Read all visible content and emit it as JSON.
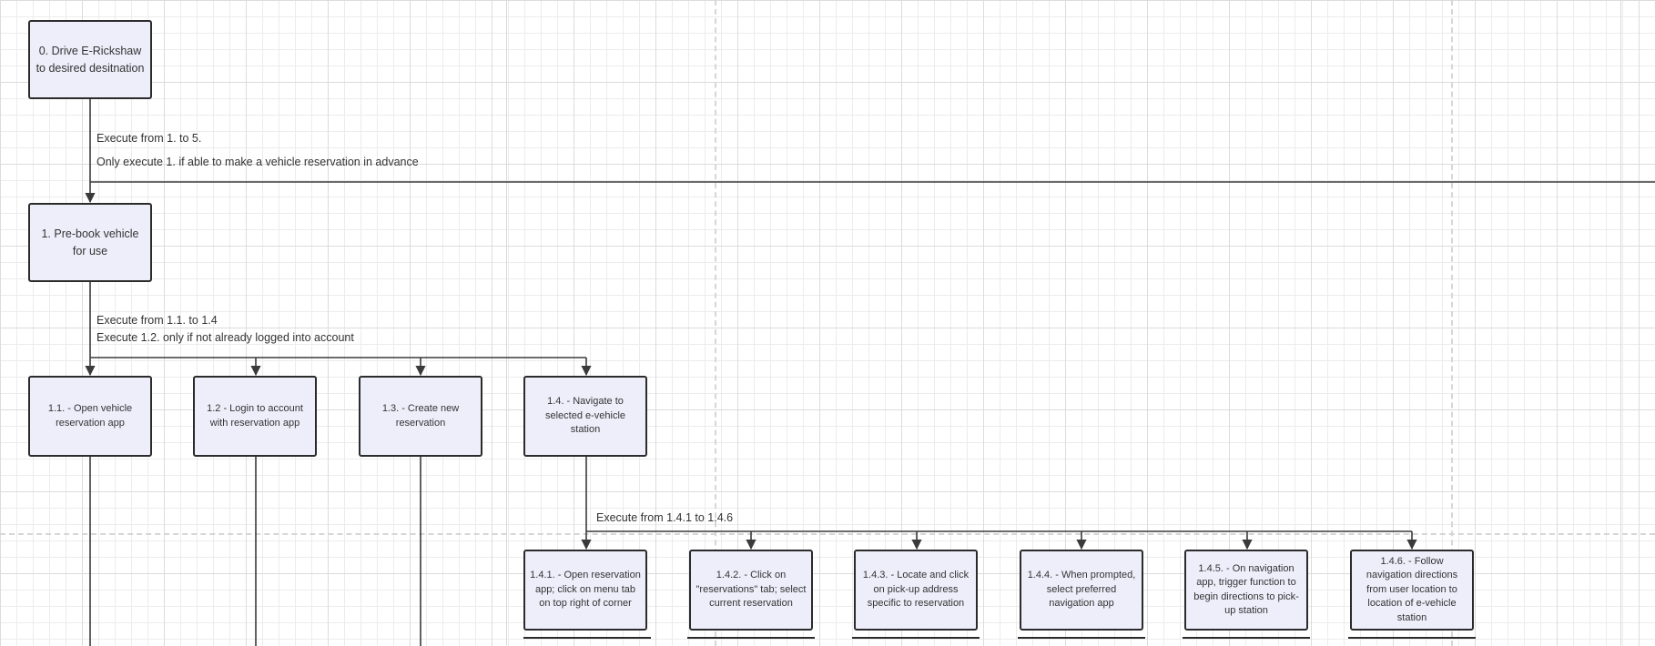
{
  "nodes": {
    "n0": "0. Drive E-Rickshaw to desired desitnation",
    "n1": "1. Pre-book vehicle for use",
    "n1_1": "1.1. - Open vehicle reservation app",
    "n1_2": "1.2 - Login to account with reservation app",
    "n1_3": "1.3. - Create new reservation",
    "n1_4": "1.4. - Navigate to selected e-vehicle station",
    "n1_4_1": "1.4.1. - Open reservation app; click on menu tab on top right of corner",
    "n1_4_2": "1.4.2. - Click on \"reservations\" tab; select current reservation",
    "n1_4_3": "1.4.3. - Locate and click on pick-up address specific to reservation",
    "n1_4_4": "1.4.4. - When prompted, select preferred navigation app",
    "n1_4_5": "1.4.5. - On navigation app, trigger function to begin directions to pick-up station",
    "n1_4_6": "1.4.6. - Follow navigation directions from user location to location of e-vehicle station"
  },
  "plans": {
    "p0_line1": "Execute from 1. to 5.",
    "p0_line2": "Only execute 1. if able to make a vehicle reservation in advance",
    "p1_line1": "Execute from 1.1. to 1.4",
    "p1_line2": "Execute 1.2. only if not already logged into account",
    "p14_line1": "Execute from 1.4.1 to 1.4.6"
  },
  "colors": {
    "node_fill": "#eeeefb",
    "node_border": "#2b2b2b",
    "connector": "#3a3a3a",
    "text": "#333333"
  }
}
